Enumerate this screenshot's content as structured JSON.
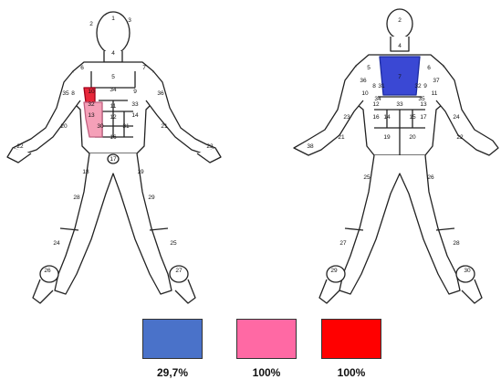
{
  "legend": [
    {
      "color": "#4a72c9",
      "value": "29,7%"
    },
    {
      "color": "#ff69a4",
      "value": "100%"
    },
    {
      "color": "#ff0000",
      "value": "100%"
    }
  ],
  "front_labels": [
    "1",
    "2",
    "3",
    "4",
    "5",
    "6",
    "7",
    "8",
    "9",
    "10",
    "11",
    "12",
    "13",
    "14",
    "16",
    "17",
    "18",
    "19",
    "20",
    "21",
    "22",
    "23",
    "24",
    "25",
    "26",
    "27",
    "28",
    "29",
    "30",
    "31",
    "32",
    "33",
    "34",
    "35",
    "36"
  ],
  "back_labels": [
    "2",
    "4",
    "5",
    "6",
    "7",
    "8",
    "9",
    "10",
    "11",
    "12",
    "13",
    "14",
    "15",
    "16",
    "17",
    "19",
    "20",
    "21",
    "22",
    "23",
    "24",
    "25",
    "26",
    "27",
    "28",
    "29",
    "30",
    "31",
    "32",
    "33",
    "34",
    "35",
    "36",
    "37",
    "38"
  ],
  "highlight_colors": {
    "front_red": "#e8273a",
    "front_pink": "#f5a0b8",
    "back_blue": "#3a48d4"
  }
}
